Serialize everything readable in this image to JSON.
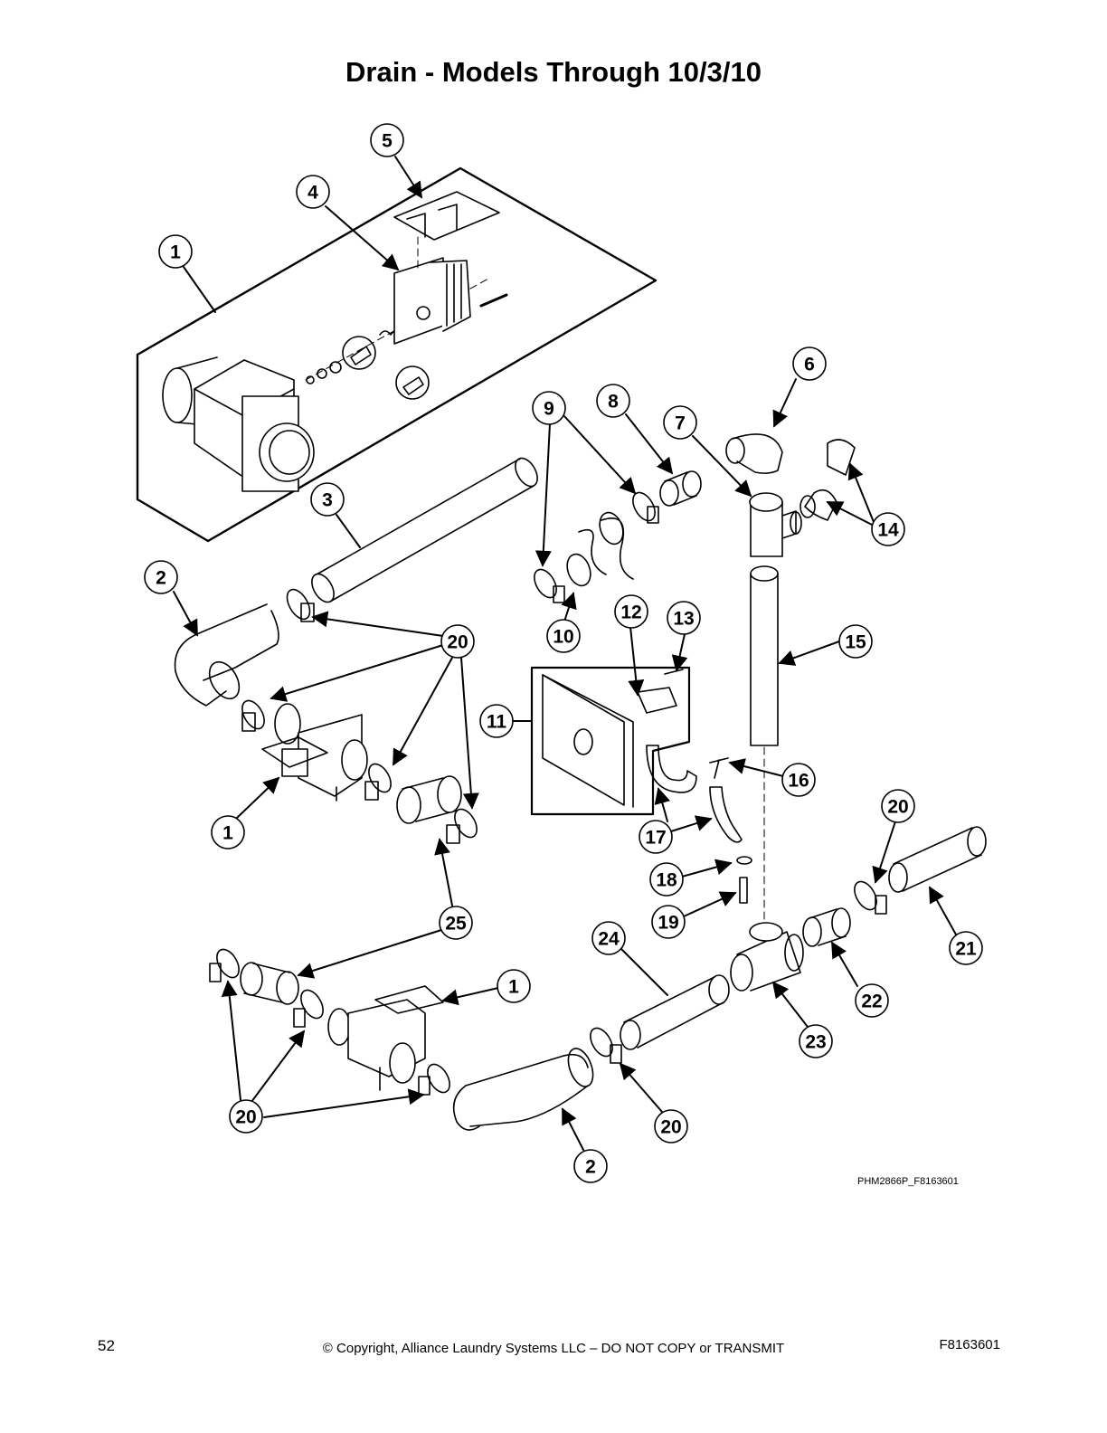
{
  "title": "Drain - Models Through 10/3/10",
  "drawing_code": "PHM2866P_F8163601",
  "footer": {
    "page_number": "52",
    "copyright": "© Copyright, Alliance Laundry Systems LLC – DO NOT COPY or TRANSMIT",
    "doc_number": "F8163601"
  },
  "callouts": [
    {
      "label": "5"
    },
    {
      "label": "4"
    },
    {
      "label": "1"
    },
    {
      "label": "6"
    },
    {
      "label": "9"
    },
    {
      "label": "8"
    },
    {
      "label": "7"
    },
    {
      "label": "3"
    },
    {
      "label": "14"
    },
    {
      "label": "2"
    },
    {
      "label": "12"
    },
    {
      "label": "13"
    },
    {
      "label": "10"
    },
    {
      "label": "20"
    },
    {
      "label": "15"
    },
    {
      "label": "11"
    },
    {
      "label": "16"
    },
    {
      "label": "20"
    },
    {
      "label": "1"
    },
    {
      "label": "17"
    },
    {
      "label": "18"
    },
    {
      "label": "19"
    },
    {
      "label": "25"
    },
    {
      "label": "24"
    },
    {
      "label": "21"
    },
    {
      "label": "1"
    },
    {
      "label": "22"
    },
    {
      "label": "23"
    },
    {
      "label": "20"
    },
    {
      "label": "20"
    },
    {
      "label": "2"
    }
  ]
}
